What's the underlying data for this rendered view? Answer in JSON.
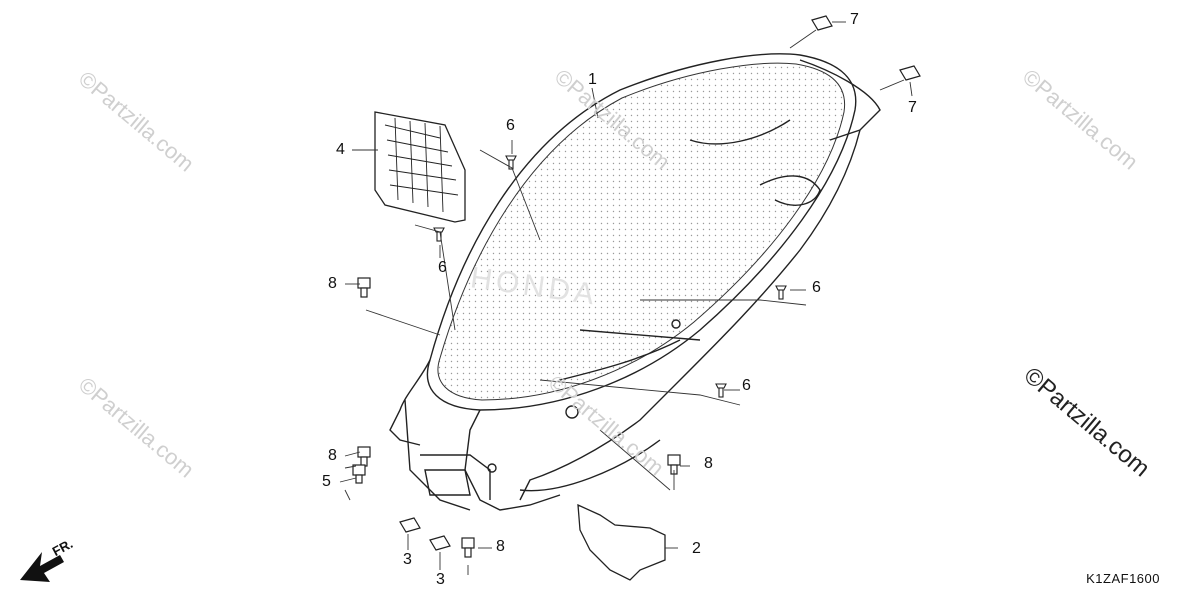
{
  "diagram": {
    "part_labels": [
      "1",
      "2",
      "3",
      "3",
      "4",
      "5",
      "6",
      "6",
      "6",
      "6",
      "7",
      "7",
      "8",
      "8",
      "8",
      "8"
    ],
    "diagram_code": "K1ZAF1600",
    "direction_label": "FR.",
    "watermark": "©Partzilla.com",
    "brand_on_part": "HONDA"
  }
}
